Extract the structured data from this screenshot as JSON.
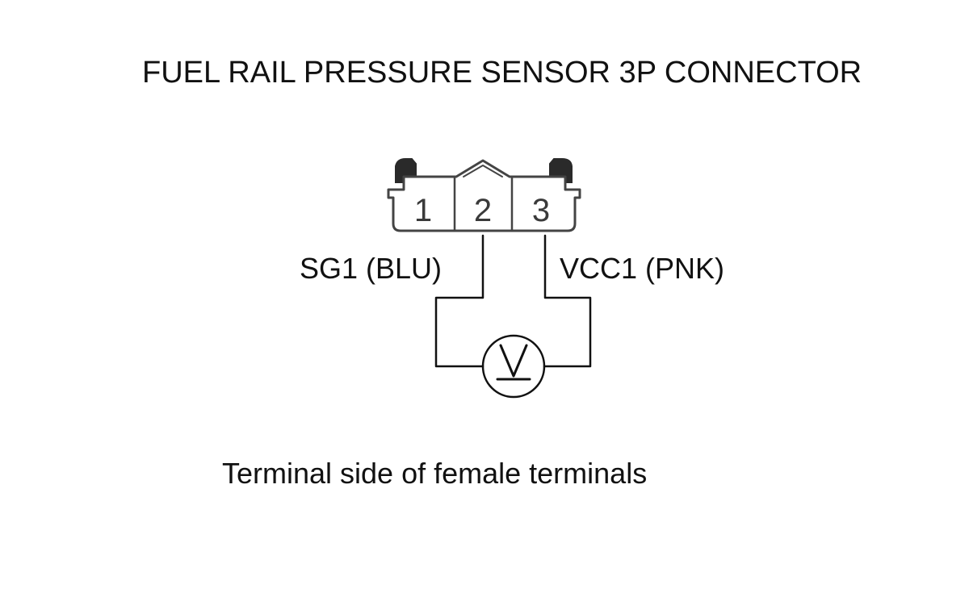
{
  "diagram": {
    "title": "FUEL RAIL PRESSURE SENSOR 3P CONNECTOR",
    "connector": {
      "pins": [
        "1",
        "2",
        "3"
      ]
    },
    "wires": {
      "left_label": "SG1 (BLU)",
      "right_label": "VCC1 (PNK)"
    },
    "meter": {
      "symbol": "V"
    },
    "caption": "Terminal side of female terminals"
  },
  "colors": {
    "line": "#111111",
    "background": "#ffffff"
  }
}
